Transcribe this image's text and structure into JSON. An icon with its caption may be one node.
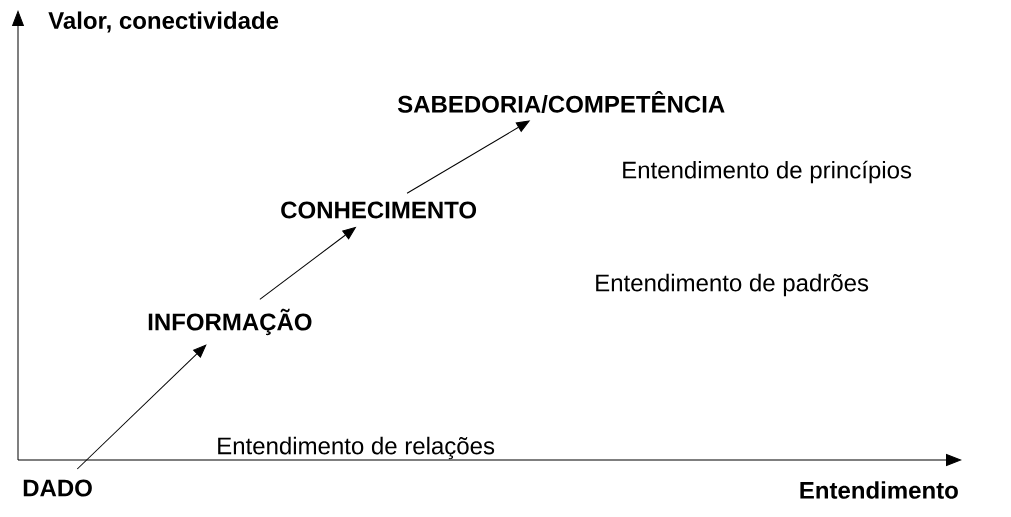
{
  "diagram": {
    "nodes": [
      {
        "text": [
          "DADO"
        ]
      },
      {
        "text": [
          "INFORMAÇÃO"
        ]
      },
      {
        "text": [
          "CONHECIMENTO"
        ]
      },
      {
        "text": [
          "SABEDORIA/COMPETÊNCIA"
        ]
      }
    ],
    "edges": [
      {
        "from": 0,
        "to": 1,
        "arrow": "to"
      },
      {
        "from": 1,
        "to": 2,
        "arrow": "to"
      },
      {
        "from": 2,
        "to": 3,
        "arrow": "to"
      }
    ],
    "labels": [
      "Valor, conectividade",
      "Entendimento de princípios",
      "Entendimento de padrões",
      "Entendimento de relações",
      "Entendimento"
    ]
  }
}
